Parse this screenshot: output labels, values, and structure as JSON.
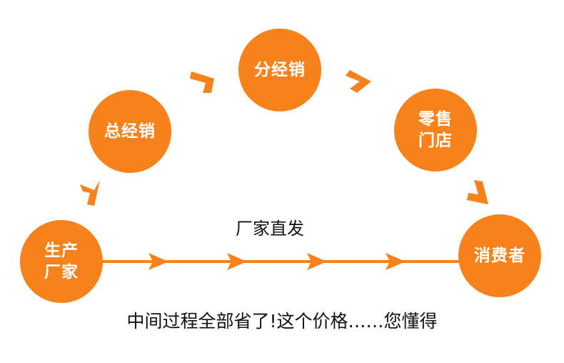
{
  "nodes": {
    "manufacturer": [
      "生产",
      "厂家"
    ],
    "general_distributor": [
      "总经销"
    ],
    "sub_distributor": [
      "分经销"
    ],
    "retail_store": [
      "零售",
      "门店"
    ],
    "consumer": [
      "消费者"
    ]
  },
  "direct_label": "厂家直发",
  "caption": "中间过程全部省了!这个价格……您懂得",
  "colors": {
    "node": "#f7821b",
    "arrow": "#f7821b",
    "text": "#111111"
  },
  "icons": [
    "chevron-right-icon",
    "arrowhead-icon"
  ]
}
